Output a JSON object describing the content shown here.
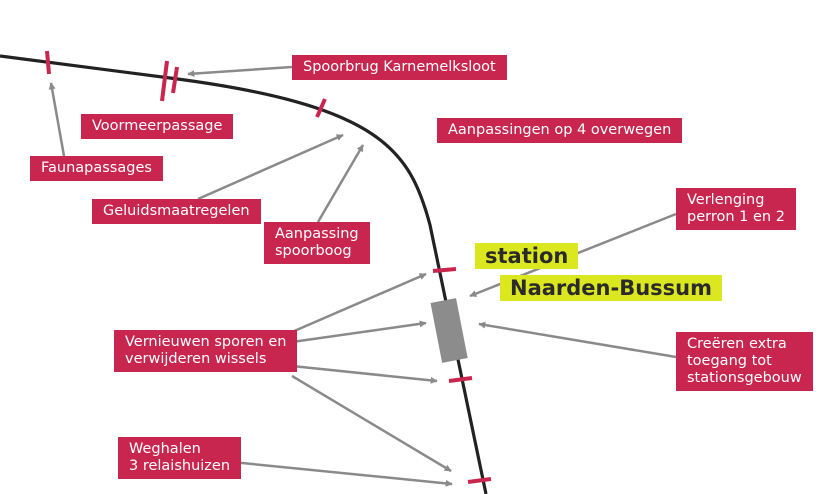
{
  "colors": {
    "label_bg": "#c8264f",
    "label_text": "#ffffff",
    "track": "#222222",
    "marker": "#c8264f",
    "arrow": "#8a8a8a",
    "platform": "#8c8c8c",
    "station_bg": "#dce81f",
    "station_text": "#2a2a2a"
  },
  "labels": {
    "spoorbrug": "Spoorbrug Karnemelksloot",
    "voormeerpassage": "Voormeerpassage",
    "faunapassages": "Faunapassages",
    "overwegen": "Aanpassingen op 4 overwegen",
    "geluidsmaatregelen": "Geluidsmaatregelen",
    "spoorboog": [
      "Aanpassing",
      "spoorboog"
    ],
    "perron": [
      "Verlenging",
      "perron 1 en 2"
    ],
    "sporen": [
      "Vernieuwen sporen en",
      "verwijderen wissels"
    ],
    "toegang": [
      "Creëren extra",
      "toegang tot",
      "stationsgebouw"
    ],
    "relaishuizen": [
      "Weghalen",
      "3 relaishuizen"
    ]
  },
  "station": {
    "line1": "station",
    "line2": "Naarden-Bussum"
  }
}
